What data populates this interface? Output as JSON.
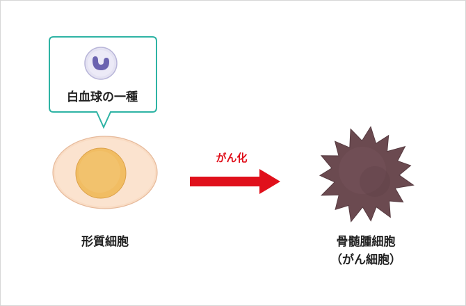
{
  "callout": {
    "label": "白血球の一種",
    "icon": "white-blood-cell-icon"
  },
  "transition": {
    "label": "がん化"
  },
  "left_cell": {
    "caption": "形質細胞"
  },
  "right_cell": {
    "caption_line1": "骨髄腫細胞",
    "caption_line2": "（がん細胞）"
  },
  "colors": {
    "callout_border": "#2eb3a4",
    "arrow": "#e0101b",
    "plasma_cell_outer": "#f9dcc4",
    "plasma_cell_nucleus": "#f1bd63",
    "myeloma_cell": "#6b4a50"
  }
}
